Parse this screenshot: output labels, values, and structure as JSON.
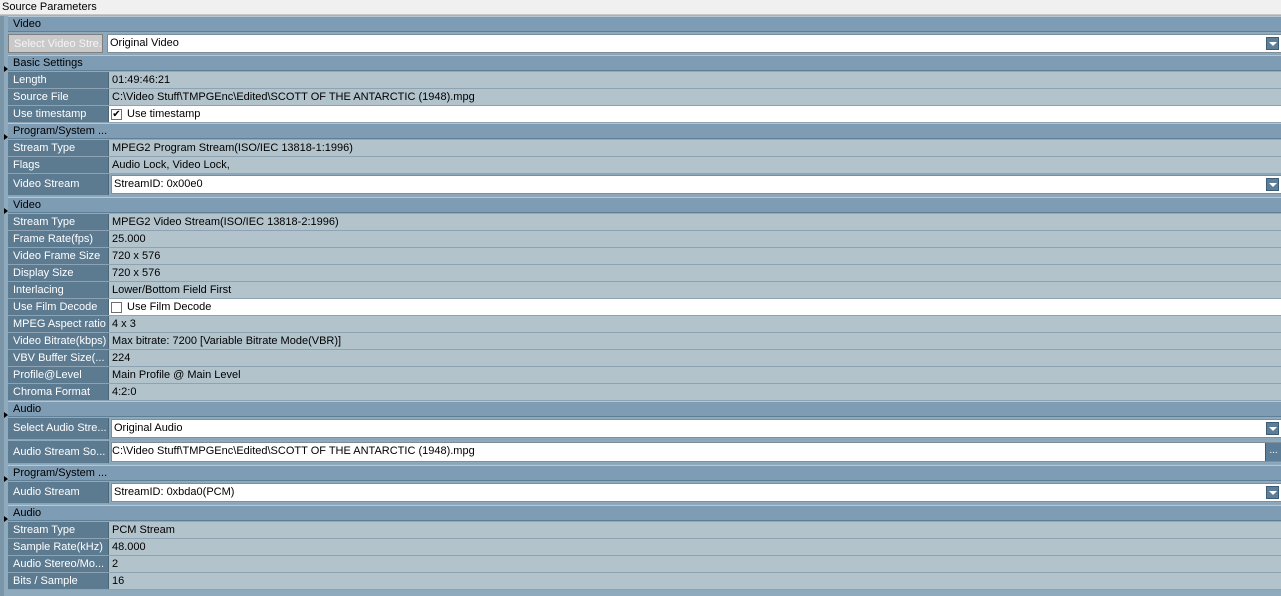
{
  "window_title": "Source Parameters",
  "sections": {
    "video_top": "Video",
    "basic_settings": "Basic Settings",
    "program_system_1": "Program/System ...",
    "video": "Video",
    "audio_top": "Audio",
    "program_system_2": "Program/System ...",
    "audio": "Audio"
  },
  "select_video_stream": {
    "label": "Select Video Stre...",
    "value": "Original Video"
  },
  "basic": {
    "length_label": "Length",
    "length": "01:49:46:21",
    "source_label": "Source File",
    "source": "C:\\Video Stuff\\TMPGEnc\\Edited\\SCOTT OF THE ANTARCTIC (1948).mpg",
    "timestamp_label": "Use timestamp",
    "timestamp_text": "Use timestamp",
    "timestamp_check": "✔"
  },
  "program1": {
    "stream_type_label": "Stream Type",
    "stream_type": "MPEG2 Program Stream(ISO/IEC 13818-1:1996)",
    "flags_label": "Flags",
    "flags": "Audio Lock, Video Lock,",
    "video_stream_label": "Video Stream",
    "video_stream": "StreamID: 0x00e0"
  },
  "video": {
    "stream_type_label": "Stream Type",
    "stream_type": "MPEG2 Video Stream(ISO/IEC 13818-2:1996)",
    "frame_rate_label": "Frame Rate(fps)",
    "frame_rate": "25.000",
    "frame_size_label": "Video Frame Size",
    "frame_size": "720 x 576",
    "display_size_label": "Display Size",
    "display_size": "720 x 576",
    "interlacing_label": "Interlacing",
    "interlacing": "Lower/Bottom Field First",
    "film_decode_label": "Use Film Decode",
    "film_decode_text": "Use Film Decode",
    "aspect_label": "MPEG Aspect ratio",
    "aspect": "4 x 3",
    "bitrate_label": "Video Bitrate(kbps)",
    "bitrate": "Max bitrate: 7200 [Variable Bitrate Mode(VBR)]",
    "vbv_label": "VBV Buffer Size(...",
    "vbv": "224",
    "profile_label": "Profile@Level",
    "profile": "Main Profile @ Main Level",
    "chroma_label": "Chroma Format",
    "chroma": "4:2:0"
  },
  "audio_top": {
    "select_label": "Select Audio Stre...",
    "select_value": "Original Audio",
    "source_label": "Audio Stream So...",
    "source": "C:\\Video Stuff\\TMPGEnc\\Edited\\SCOTT OF THE ANTARCTIC (1948).mpg",
    "browse": "..."
  },
  "program2": {
    "audio_stream_label": "Audio Stream",
    "audio_stream": "StreamID: 0xbda0(PCM)"
  },
  "audio": {
    "stream_type_label": "Stream Type",
    "stream_type": "PCM Stream",
    "sample_rate_label": "Sample Rate(kHz)",
    "sample_rate": "48.000",
    "stereo_label": "Audio Stereo/Mo...",
    "stereo": "2",
    "bits_label": "Bits / Sample",
    "bits": "16"
  }
}
